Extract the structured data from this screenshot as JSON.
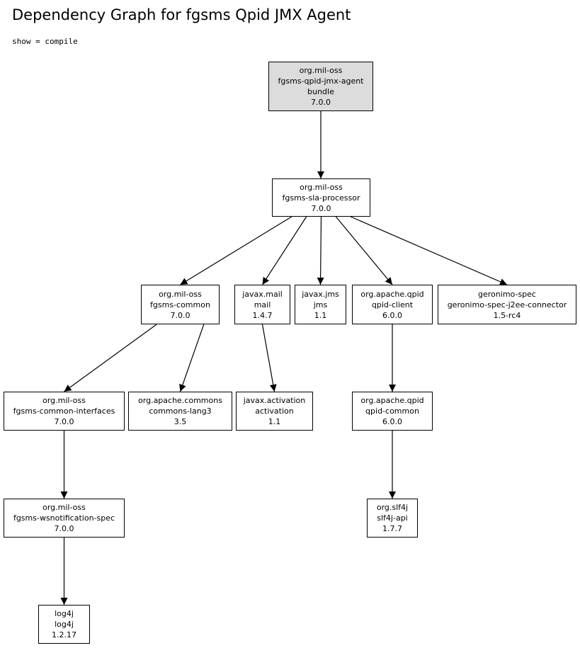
{
  "title": "Dependency Graph for fgsms Qpid JMX Agent",
  "subtitle": "show = compile",
  "nodes": {
    "root": {
      "group": "org.mil-oss",
      "artifact": "fgsms-qpid-jmx-agent",
      "packaging": "bundle",
      "version": "7.0.0"
    },
    "sla": {
      "group": "org.mil-oss",
      "artifact": "fgsms-sla-processor",
      "version": "7.0.0"
    },
    "common": {
      "group": "org.mil-oss",
      "artifact": "fgsms-common",
      "version": "7.0.0"
    },
    "mail": {
      "group": "javax.mail",
      "artifact": "mail",
      "version": "1.4.7"
    },
    "jms": {
      "group": "javax.jms",
      "artifact": "jms",
      "version": "1.1"
    },
    "qpidclient": {
      "group": "org.apache.qpid",
      "artifact": "qpid-client",
      "version": "6.0.0"
    },
    "geronimo": {
      "group": "geronimo-spec",
      "artifact": "geronimo-spec-j2ee-connector",
      "version": "1.5-rc4"
    },
    "interfaces": {
      "group": "org.mil-oss",
      "artifact": "fgsms-common-interfaces",
      "version": "7.0.0"
    },
    "lang3": {
      "group": "org.apache.commons",
      "artifact": "commons-lang3",
      "version": "3.5"
    },
    "activation": {
      "group": "javax.activation",
      "artifact": "activation",
      "version": "1.1"
    },
    "qpidcommon": {
      "group": "org.apache.qpid",
      "artifact": "qpid-common",
      "version": "6.0.0"
    },
    "wsn": {
      "group": "org.mil-oss",
      "artifact": "fgsms-wsnotification-spec",
      "version": "7.0.0"
    },
    "slf4j": {
      "group": "org.slf4j",
      "artifact": "slf4j-api",
      "version": "1.7.7"
    },
    "log4j": {
      "group": "log4j",
      "artifact": "log4j",
      "version": "1.2.17"
    }
  },
  "edges": [
    [
      "root",
      "sla"
    ],
    [
      "sla",
      "common"
    ],
    [
      "sla",
      "mail"
    ],
    [
      "sla",
      "jms"
    ],
    [
      "sla",
      "qpidclient"
    ],
    [
      "sla",
      "geronimo"
    ],
    [
      "common",
      "interfaces"
    ],
    [
      "common",
      "lang3"
    ],
    [
      "mail",
      "activation"
    ],
    [
      "qpidclient",
      "qpidcommon"
    ],
    [
      "interfaces",
      "wsn"
    ],
    [
      "qpidcommon",
      "slf4j"
    ],
    [
      "wsn",
      "log4j"
    ]
  ]
}
